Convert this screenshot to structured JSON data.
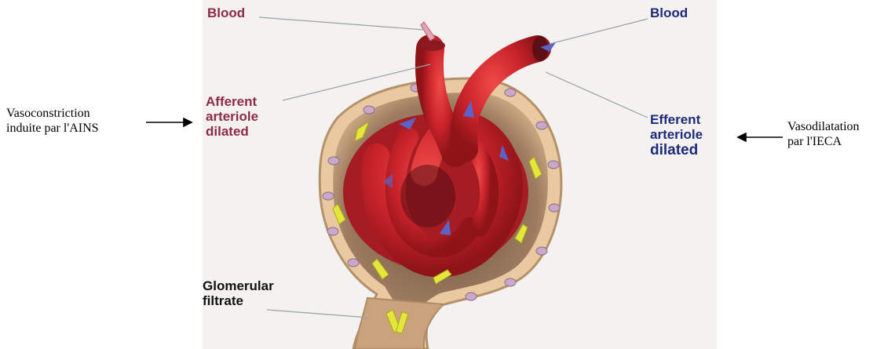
{
  "labels": {
    "blood_in": "Blood",
    "blood_out": "Blood",
    "afferent": [
      "Afferent",
      "arteriole",
      "dilated"
    ],
    "efferent": [
      "Efferent",
      "arteriole",
      "dilated"
    ],
    "filtrate": [
      "Glomerular",
      "filtrate"
    ]
  },
  "annotations": {
    "left": [
      "Vasoconstriction",
      "induite par l'AINS"
    ],
    "right": [
      "Vasodilatation",
      "par l'IECA"
    ]
  },
  "colors": {
    "afferent_label": "#8e2a44",
    "efferent_label": "#1f2a7a",
    "vessel": "#c8232a",
    "capsule": "#e7c9a0",
    "arrow_yellow": "#e4e63a",
    "arrow_blue": "#5b63c9"
  }
}
